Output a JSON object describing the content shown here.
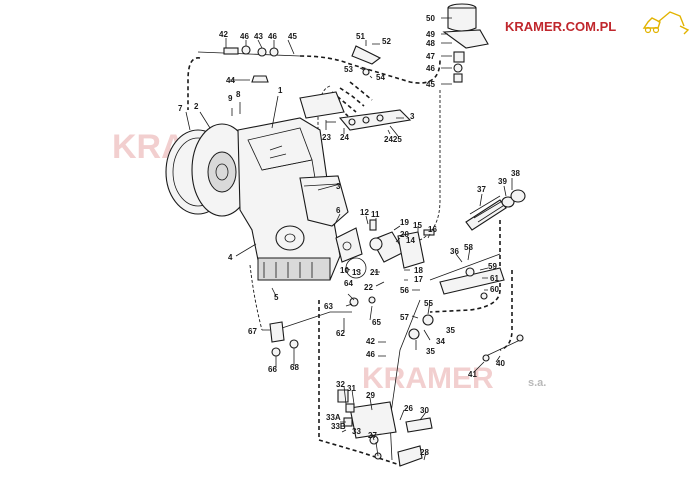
{
  "brand": {
    "header_text": "KRAMER.COM.PL",
    "watermark_mid": "KRAMER",
    "watermark_bottom": "KRAMER",
    "watermark_bottom_suffix": "s.a.",
    "accent_color": "#c0272d",
    "watermark_color": "#e8a9a9"
  },
  "callouts": [
    {
      "id": "c50",
      "text": "50"
    },
    {
      "id": "c49",
      "text": "49"
    },
    {
      "id": "c48",
      "text": "48"
    },
    {
      "id": "c47",
      "text": "47"
    },
    {
      "id": "c46r",
      "text": "46"
    },
    {
      "id": "c45r",
      "text": "45"
    },
    {
      "id": "c42t",
      "text": "42"
    },
    {
      "id": "c46a",
      "text": "46"
    },
    {
      "id": "c43",
      "text": "43"
    },
    {
      "id": "c46b",
      "text": "46"
    },
    {
      "id": "c45t",
      "text": "45"
    },
    {
      "id": "c51",
      "text": "51"
    },
    {
      "id": "c52",
      "text": "52"
    },
    {
      "id": "c53",
      "text": "53"
    },
    {
      "id": "c54",
      "text": "54"
    },
    {
      "id": "c44",
      "text": "44"
    },
    {
      "id": "c9",
      "text": "9"
    },
    {
      "id": "c8",
      "text": "8"
    },
    {
      "id": "c1",
      "text": "1"
    },
    {
      "id": "c7",
      "text": "7"
    },
    {
      "id": "c2",
      "text": "2"
    },
    {
      "id": "c3a",
      "text": "3"
    },
    {
      "id": "c23",
      "text": "23"
    },
    {
      "id": "c24",
      "text": "24"
    },
    {
      "id": "c2425",
      "text": "2425"
    },
    {
      "id": "c3b",
      "text": "3"
    },
    {
      "id": "c37",
      "text": "37"
    },
    {
      "id": "c38",
      "text": "38"
    },
    {
      "id": "c39",
      "text": "39"
    },
    {
      "id": "c6",
      "text": "6"
    },
    {
      "id": "c12",
      "text": "12"
    },
    {
      "id": "c11",
      "text": "11"
    },
    {
      "id": "c19",
      "text": "19"
    },
    {
      "id": "c20",
      "text": "20"
    },
    {
      "id": "c14",
      "text": "14"
    },
    {
      "id": "c15",
      "text": "15"
    },
    {
      "id": "c16",
      "text": "16"
    },
    {
      "id": "c4",
      "text": "4"
    },
    {
      "id": "c10",
      "text": "10"
    },
    {
      "id": "c13",
      "text": "13"
    },
    {
      "id": "c21",
      "text": "21"
    },
    {
      "id": "c18",
      "text": "18"
    },
    {
      "id": "c17",
      "text": "17"
    },
    {
      "id": "c22",
      "text": "22"
    },
    {
      "id": "c36",
      "text": "36"
    },
    {
      "id": "c58",
      "text": "58"
    },
    {
      "id": "c59",
      "text": "59"
    },
    {
      "id": "c61",
      "text": "61"
    },
    {
      "id": "c60",
      "text": "60"
    },
    {
      "id": "c56",
      "text": "56"
    },
    {
      "id": "c55",
      "text": "55"
    },
    {
      "id": "c5",
      "text": "5"
    },
    {
      "id": "c63",
      "text": "63"
    },
    {
      "id": "c64",
      "text": "64"
    },
    {
      "id": "c65",
      "text": "65"
    },
    {
      "id": "c57",
      "text": "57"
    },
    {
      "id": "c35a",
      "text": "35"
    },
    {
      "id": "c67",
      "text": "67"
    },
    {
      "id": "c62",
      "text": "62"
    },
    {
      "id": "c34",
      "text": "34"
    },
    {
      "id": "c35b",
      "text": "35"
    },
    {
      "id": "c42b",
      "text": "42"
    },
    {
      "id": "c46c",
      "text": "46"
    },
    {
      "id": "c40",
      "text": "40"
    },
    {
      "id": "c66",
      "text": "66"
    },
    {
      "id": "c68",
      "text": "68"
    },
    {
      "id": "c41",
      "text": "41"
    },
    {
      "id": "c32",
      "text": "32"
    },
    {
      "id": "c31",
      "text": "31"
    },
    {
      "id": "c29",
      "text": "29"
    },
    {
      "id": "c26",
      "text": "26"
    },
    {
      "id": "c30",
      "text": "30"
    },
    {
      "id": "c33A",
      "text": "33A"
    },
    {
      "id": "c33B",
      "text": "33B"
    },
    {
      "id": "c33",
      "text": "33"
    },
    {
      "id": "c27",
      "text": "27"
    },
    {
      "id": "c28",
      "text": "28"
    }
  ]
}
